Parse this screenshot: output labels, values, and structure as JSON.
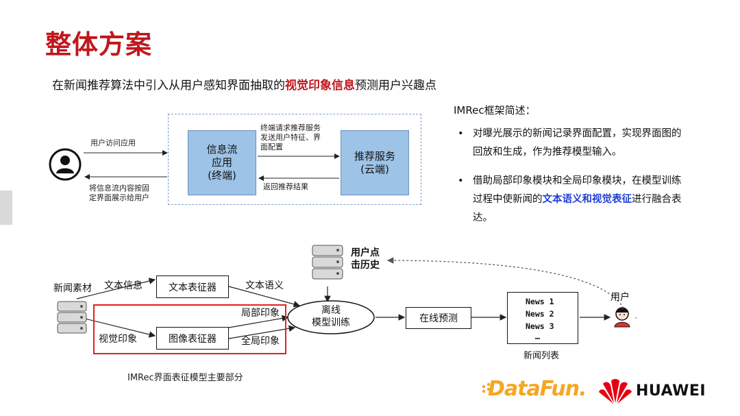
{
  "title": "整体方案",
  "subtitle": {
    "prefix": "在新闻推荐算法中引入从用户感知界面抽取的",
    "highlight": "视觉印象信息",
    "suffix": "预测用户兴趣点"
  },
  "top_diagram": {
    "visit_label": "用户访问应用",
    "display_label_1": "将信息流内容按固",
    "display_label_2": "定界面展示给用户",
    "client_box": [
      "信息流",
      "应用",
      "(终端)"
    ],
    "server_box": [
      "推荐服务",
      "(云端)"
    ],
    "request_label_1": "终端请求推荐服务",
    "request_label_2": "发送用户特征、界",
    "request_label_3": "面配置",
    "return_label": "返回推荐结果"
  },
  "panel": {
    "title": "IMRec框架简述：",
    "bullets": [
      {
        "parts": [
          "对曝光展示的新闻记录界面配置，实现界面图的回放和生成，作为推荐模型输入。"
        ]
      },
      {
        "parts": [
          "借助局部印象模块和全局印象模块，在模型训练过程中使新闻的",
          "文本语义和视觉表征",
          "进行融合表达。"
        ]
      }
    ],
    "bullet_symbol": "•"
  },
  "bottom_diagram": {
    "news_material": "新闻素材",
    "text_info": "文本信息",
    "visual_impression": "视觉印象",
    "text_encoder": "文本表征器",
    "image_encoder": "图像表征器",
    "text_semantics": "文本语义",
    "local_impression": "局部印象",
    "global_impression": "全局印象",
    "offline_training": [
      "离线",
      "模型训练"
    ],
    "click_history": [
      "用户点",
      "击历史"
    ],
    "online_predict": "在线预测",
    "news_items": [
      "News 1",
      "News 2",
      "News 3",
      "…"
    ],
    "news_list": "新闻列表",
    "user": "用户",
    "caption": "IMRec界面表征模型主要部分"
  },
  "logos": {
    "datafun": "DataFun.",
    "huawei": "HUAWEI"
  },
  "colors": {
    "title_red": "#c0171c",
    "highlight_blue": "#1f3fd1",
    "box_blue": "#9dc3e6",
    "frame_red": "#e02020",
    "datafun_orange": "#f5a623",
    "huawei_red": "#e60012"
  }
}
